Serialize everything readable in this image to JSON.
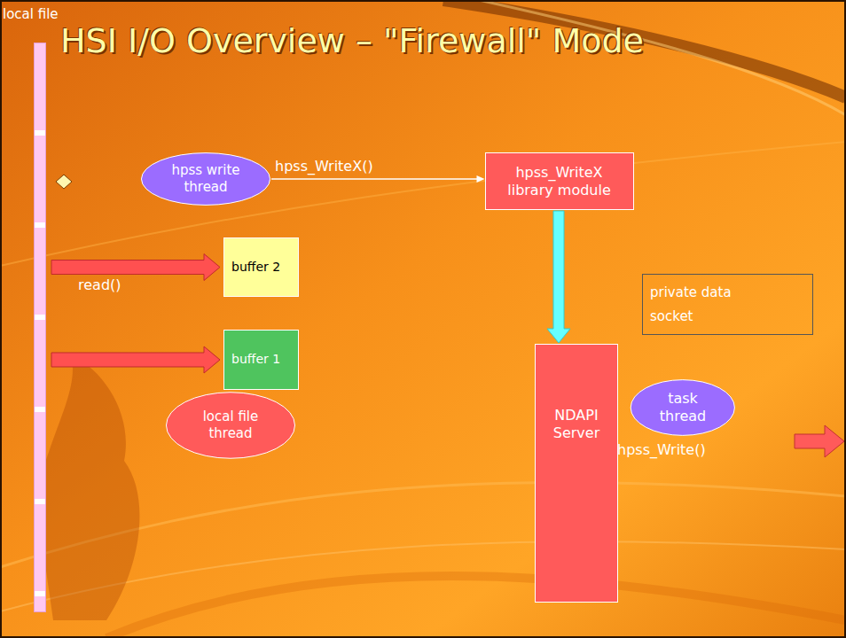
{
  "diagram": {
    "title": "HSI I/O Overview – \"Firewall\" Mode",
    "nodes": [
      {
        "text": [
          "local file"
        ]
      },
      {
        "text": [
          "hpss write thread"
        ]
      },
      {
        "text": [
          "hpss_WriteX library module"
        ]
      },
      {
        "text": [
          "buffer 2"
        ]
      },
      {
        "text": [
          "private data socket"
        ]
      },
      {
        "text": [
          "buffer 1"
        ]
      },
      {
        "text": [
          "local file thread"
        ]
      },
      {
        "text": [
          "NDAPI Server"
        ]
      },
      {
        "text": [
          "task thread"
        ]
      }
    ],
    "edges": [
      {
        "from": 0,
        "to": 3,
        "arrow": "to"
      },
      {
        "from": 0,
        "to": 5,
        "arrow": "to"
      },
      {
        "from": 1,
        "to": 2,
        "label": "hpss_WriteX()",
        "arrow": "to"
      },
      {
        "from": 2,
        "to": 7,
        "arrow": "to"
      }
    ],
    "labels": [
      "read()",
      "hpss_Write()"
    ]
  }
}
